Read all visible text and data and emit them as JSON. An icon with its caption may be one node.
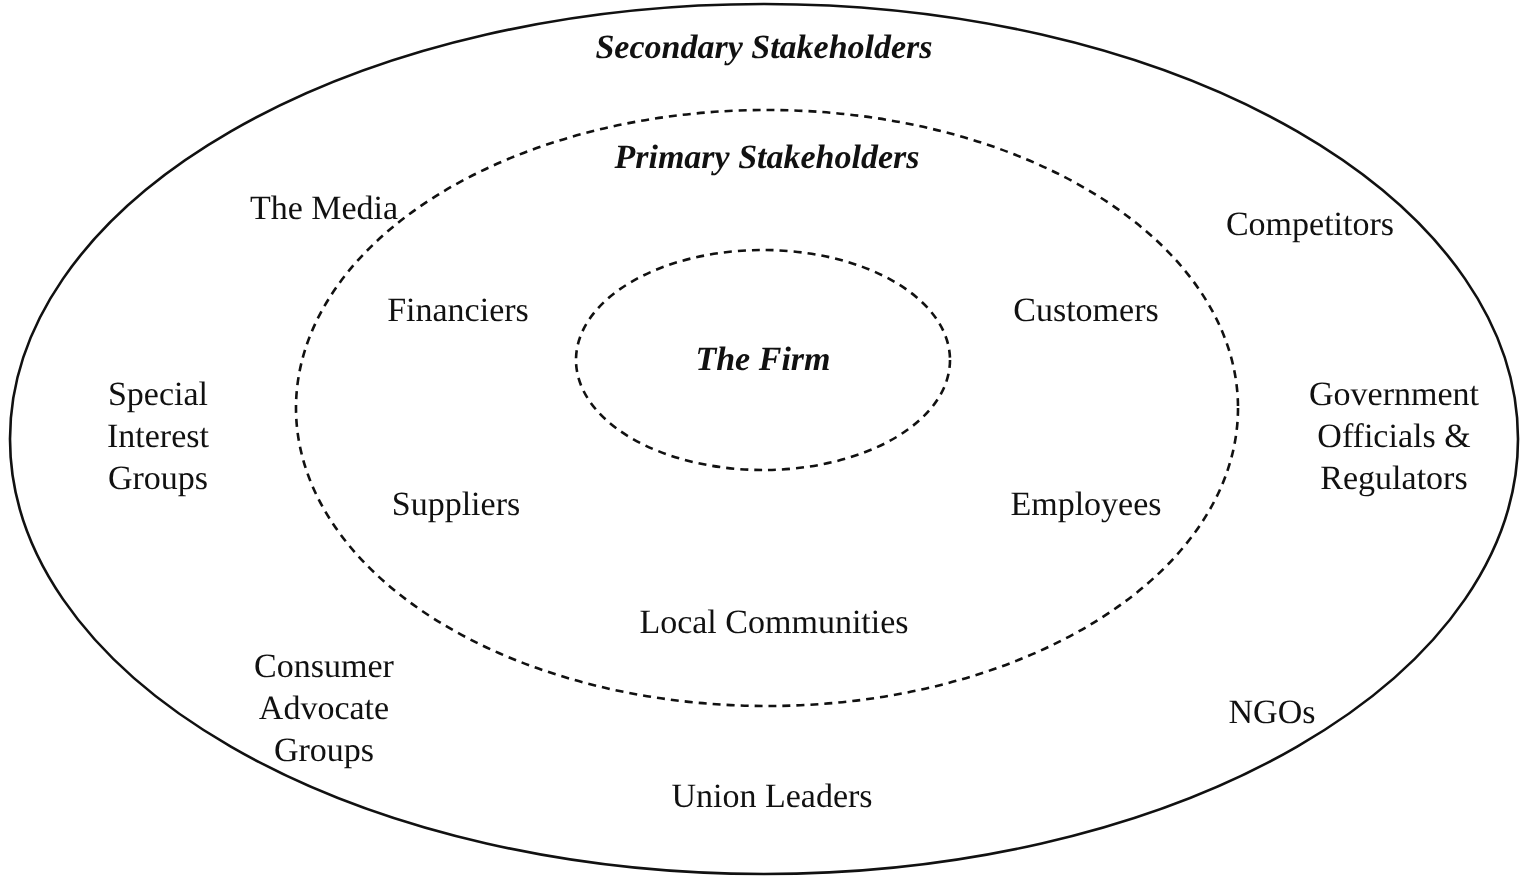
{
  "diagram": {
    "nodes": [
      {
        "text": [
          "Secondary Stakeholders"
        ]
      },
      {
        "text": [
          "Primary Stakeholders"
        ],
        "in": 0
      },
      {
        "text": [
          "The Firm"
        ],
        "in": 1
      }
    ],
    "edges": [],
    "labels": [
      "The Media",
      "Competitors",
      "Financiers",
      "Customers",
      "Special Interest Groups",
      "Suppliers",
      "Employees",
      "Government Officials & Regulators",
      "Local Communities",
      "Consumer Advocate Groups",
      "NGOs",
      "Union Leaders"
    ]
  }
}
